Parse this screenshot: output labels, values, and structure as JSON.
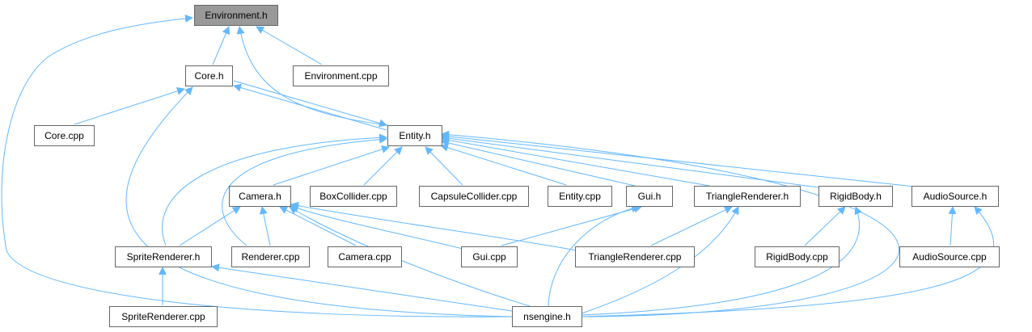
{
  "colors": {
    "edge": "#63b8ff",
    "node_border": "#666666",
    "node_fill": "#ffffff",
    "root_fill": "#999999",
    "text": "#000000",
    "background": "#ffffff"
  },
  "nodes": [
    {
      "id": "env_h",
      "label": "Environment.h",
      "root": true
    },
    {
      "id": "core_h",
      "label": "Core.h"
    },
    {
      "id": "env_cpp",
      "label": "Environment.cpp"
    },
    {
      "id": "core_cpp",
      "label": "Core.cpp"
    },
    {
      "id": "entity_h",
      "label": "Entity.h"
    },
    {
      "id": "camera_h",
      "label": "Camera.h"
    },
    {
      "id": "boxcollider_cpp",
      "label": "BoxCollider.cpp"
    },
    {
      "id": "capsulecollider_cpp",
      "label": "CapsuleCollider.cpp"
    },
    {
      "id": "entity_cpp",
      "label": "Entity.cpp"
    },
    {
      "id": "gui_h",
      "label": "Gui.h"
    },
    {
      "id": "trianglerenderer_h",
      "label": "TriangleRenderer.h"
    },
    {
      "id": "rigidbody_h",
      "label": "RigidBody.h"
    },
    {
      "id": "audiosource_h",
      "label": "AudioSource.h"
    },
    {
      "id": "spriterenderer_h",
      "label": "SpriteRenderer.h"
    },
    {
      "id": "renderer_cpp",
      "label": "Renderer.cpp"
    },
    {
      "id": "camera_cpp",
      "label": "Camera.cpp"
    },
    {
      "id": "gui_cpp",
      "label": "Gui.cpp"
    },
    {
      "id": "trianglerenderer_cpp",
      "label": "TriangleRenderer.cpp"
    },
    {
      "id": "rigidbody_cpp",
      "label": "RigidBody.cpp"
    },
    {
      "id": "audiosource_cpp",
      "label": "AudioSource.cpp"
    },
    {
      "id": "spriterenderer_cpp",
      "label": "SpriteRenderer.cpp"
    },
    {
      "id": "nsengine_h",
      "label": "nsengine.h"
    }
  ],
  "edges": [
    {
      "from": "core_h",
      "to": "env_h"
    },
    {
      "from": "env_cpp",
      "to": "env_h"
    },
    {
      "from": "entity_h",
      "to": "env_h"
    },
    {
      "from": "nsengine_h",
      "to": "env_h"
    },
    {
      "from": "core_cpp",
      "to": "core_h"
    },
    {
      "from": "entity_h",
      "to": "core_h"
    },
    {
      "from": "core_h",
      "to": "entity_h"
    },
    {
      "from": "nsengine_h",
      "to": "core_h"
    },
    {
      "from": "camera_h",
      "to": "entity_h"
    },
    {
      "from": "boxcollider_cpp",
      "to": "entity_h"
    },
    {
      "from": "capsulecollider_cpp",
      "to": "entity_h"
    },
    {
      "from": "entity_cpp",
      "to": "entity_h"
    },
    {
      "from": "gui_h",
      "to": "entity_h"
    },
    {
      "from": "trianglerenderer_h",
      "to": "entity_h"
    },
    {
      "from": "rigidbody_h",
      "to": "entity_h"
    },
    {
      "from": "audiosource_h",
      "to": "entity_h"
    },
    {
      "from": "spriterenderer_h",
      "to": "entity_h"
    },
    {
      "from": "renderer_cpp",
      "to": "entity_h"
    },
    {
      "from": "nsengine_h",
      "to": "entity_h"
    },
    {
      "from": "spriterenderer_h",
      "to": "camera_h"
    },
    {
      "from": "renderer_cpp",
      "to": "camera_h"
    },
    {
      "from": "camera_cpp",
      "to": "camera_h"
    },
    {
      "from": "gui_cpp",
      "to": "camera_h"
    },
    {
      "from": "trianglerenderer_cpp",
      "to": "camera_h"
    },
    {
      "from": "nsengine_h",
      "to": "camera_h"
    },
    {
      "from": "gui_cpp",
      "to": "gui_h"
    },
    {
      "from": "nsengine_h",
      "to": "gui_h"
    },
    {
      "from": "trianglerenderer_cpp",
      "to": "trianglerenderer_h"
    },
    {
      "from": "nsengine_h",
      "to": "trianglerenderer_h"
    },
    {
      "from": "rigidbody_cpp",
      "to": "rigidbody_h"
    },
    {
      "from": "nsengine_h",
      "to": "rigidbody_h"
    },
    {
      "from": "audiosource_cpp",
      "to": "audiosource_h"
    },
    {
      "from": "nsengine_h",
      "to": "audiosource_h"
    },
    {
      "from": "spriterenderer_cpp",
      "to": "spriterenderer_h"
    },
    {
      "from": "nsengine_h",
      "to": "spriterenderer_h"
    }
  ]
}
